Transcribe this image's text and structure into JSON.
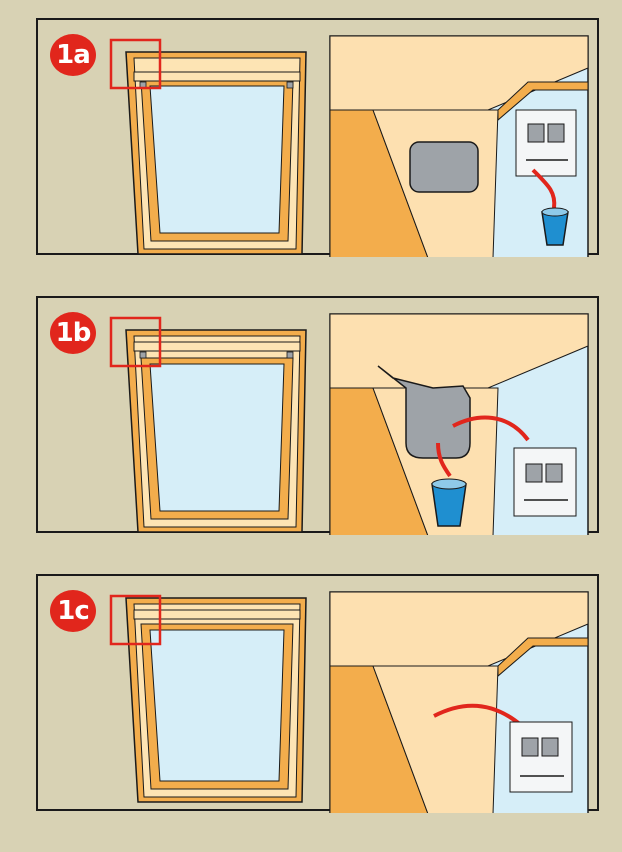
{
  "steps": [
    {
      "label": "1a"
    },
    {
      "label": "1b"
    },
    {
      "label": "1c"
    }
  ],
  "colors": {
    "background": "#d8d2b4",
    "badge": "#e1261c",
    "highlight": "#e1261c",
    "frame_outer": "#f3ad4c",
    "frame_inner": "#fde4b4",
    "glass": "#d6eef8",
    "wood_light": "#fde0b0",
    "wood_mid": "#f3ad4c",
    "cover_grey": "#9ea3a8",
    "basket_blue": "#1f8fd0",
    "arrow_red": "#e1261c",
    "outline": "#1a1a1a"
  },
  "icons": [
    "window-icon",
    "bracket-bag-icon",
    "waste-basket-icon",
    "curved-arrow-icon",
    "cover-cap-icon"
  ]
}
